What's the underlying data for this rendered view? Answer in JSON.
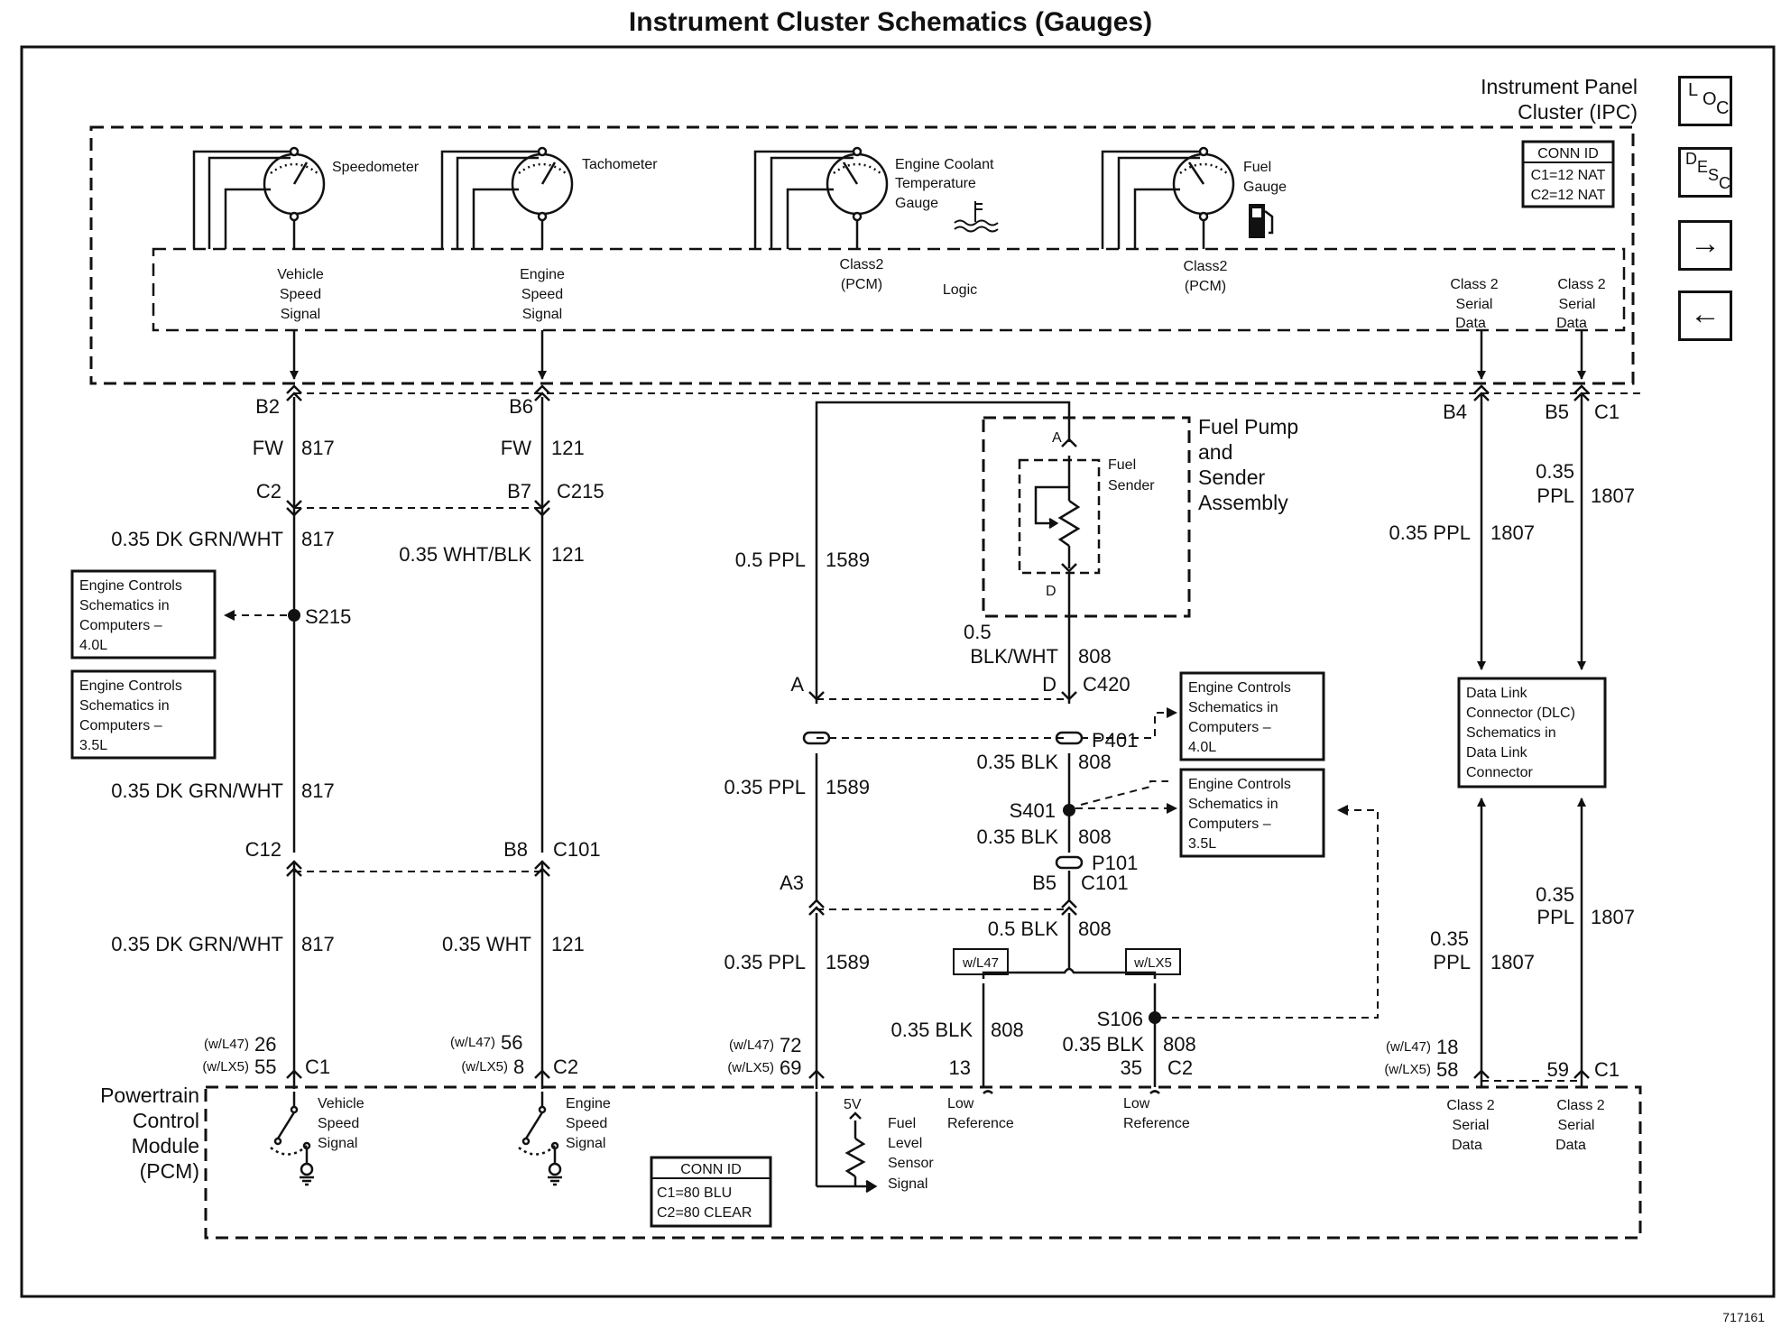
{
  "title": "Instrument Cluster Schematics (Gauges)",
  "doc_id": "717161",
  "nav": {
    "loc": [
      "L",
      "O",
      "C"
    ],
    "desc": [
      "D",
      "E",
      "S",
      "C"
    ],
    "next": "→",
    "prev": "←"
  },
  "ipc": {
    "name_lines": [
      "Instrument Panel",
      "Cluster (IPC)"
    ],
    "conn_id": {
      "header": "CONN ID",
      "lines": [
        "C1=12 NAT",
        "C2=12 NAT"
      ]
    },
    "gauges": {
      "speedometer": "Speedometer",
      "tachometer": "Tachometer",
      "coolant": [
        "Engine Coolant",
        "Temperature",
        "Gauge"
      ],
      "fuel": [
        "Fuel",
        "Gauge"
      ]
    },
    "class2_pcm_1": [
      "Class2",
      "(PCM)"
    ],
    "class2_pcm_2": [
      "Class2",
      "(PCM)"
    ],
    "logic": "Logic",
    "vss_label": [
      "Vehicle",
      "Speed",
      "Signal"
    ],
    "ess_label": [
      "Engine",
      "Speed",
      "Signal"
    ],
    "class2_data_1": [
      "Class 2",
      "Serial",
      "Data"
    ],
    "class2_data_2": [
      "Class 2",
      "Serial",
      "Data"
    ]
  },
  "fuel_pump": {
    "name_lines": [
      "Fuel Pump",
      "and",
      "Sender",
      "Assembly"
    ],
    "sender_lines": [
      "Fuel",
      "Sender"
    ],
    "pin_a": "A",
    "pin_d": "D"
  },
  "wires": {
    "vss": {
      "pin_top": "B2",
      "color_top": "FW",
      "circuit_top": "817",
      "conn_c2": "C2",
      "wire1": "0.35 DK GRN/WHT",
      "circ1": "817",
      "splice": "S215",
      "wire2": "0.35 DK GRN/WHT",
      "circ2": "817",
      "conn_c12": "C12",
      "wire3": "0.35 DK GRN/WHT",
      "circ3": "817",
      "pcm_l47": "(w/L47)",
      "pcm_l47_pin": "26",
      "pcm_lx5": "(w/LX5)",
      "pcm_lx5_pin": "55",
      "pcm_conn": "C1"
    },
    "ess": {
      "pin_top": "B6",
      "color_top": "FW",
      "circuit_top": "121",
      "pin_b7": "B7",
      "conn_c215": "C215",
      "wire1": "0.35 WHT/BLK",
      "circ1": "121",
      "pin_b8": "B8",
      "conn_c101": "C101",
      "wire2": "0.35 WHT",
      "circ2": "121",
      "pcm_l47": "(w/L47)",
      "pcm_l47_pin": "56",
      "pcm_lx5": "(w/LX5)",
      "pcm_lx5_pin": "8",
      "pcm_conn": "C2"
    },
    "fuel_level": {
      "wire1": "0.5 PPL",
      "circ1": "1589",
      "pin_a": "A",
      "wire2": "0.35 PPL",
      "circ2": "1589",
      "pin_a3": "A3",
      "wire3": "0.35 PPL",
      "circ3": "1589",
      "pcm_l47": "(w/L47)",
      "pcm_l47_pin": "72",
      "pcm_lx5": "(w/LX5)",
      "pcm_lx5_pin": "69"
    },
    "ground": {
      "wire_top_gauge": "0.5",
      "wire_top_color": "BLK/WHT",
      "circ_top": "808",
      "pin_d": "D",
      "conn_c420": "C420",
      "p401": "P401",
      "wire1": "0.35 BLK",
      "circ1": "808",
      "splice": "S401",
      "wire2": "0.35 BLK",
      "circ2": "808",
      "p101": "P101",
      "pin_b5": "B5",
      "conn_c101": "C101",
      "wire3": "0.5 BLK",
      "circ3": "808",
      "opt_l47": "w/L47",
      "opt_lx5": "w/LX5",
      "wire4": "0.35 BLK",
      "circ4": "808",
      "pin13": "13",
      "splice2": "S106",
      "wire5": "0.35 BLK",
      "circ5": "808",
      "pin35": "35",
      "conn_c2": "C2"
    },
    "class2_a": {
      "pin_top": "B4",
      "wire1": "0.35 PPL",
      "circ1": "1807",
      "wire2_gauge": "0.35",
      "wire2_color": "PPL",
      "circ2": "1807",
      "pcm_l47": "(w/L47)",
      "pcm_l47_pin": "18",
      "pcm_lx5": "(w/LX5)",
      "pcm_lx5_pin": "58"
    },
    "class2_b": {
      "pin_top": "B5",
      "conn_top": "C1",
      "wire1_gauge": "0.35",
      "wire1_color": "PPL",
      "circ1": "1807",
      "wire2_gauge": "0.35",
      "wire2_color": "PPL",
      "circ2": "1807",
      "pcm_pin": "59",
      "pcm_conn": "C1"
    }
  },
  "refs": {
    "ec_40_left": [
      "Engine Controls",
      "Schematics in",
      "Computers –",
      "4.0L"
    ],
    "ec_35_left": [
      "Engine Controls",
      "Schematics in",
      "Computers –",
      "3.5L"
    ],
    "ec_40_right": [
      "Engine Controls",
      "Schematics in",
      "Computers –",
      "4.0L"
    ],
    "ec_35_right": [
      "Engine Controls",
      "Schematics in",
      "Computers –",
      "3.5L"
    ],
    "dlc": [
      "Data Link",
      "Connector (DLC)",
      "Schematics in",
      "Data Link",
      "Connector"
    ]
  },
  "pcm": {
    "name_lines": [
      "Powertrain",
      "Control",
      "Module",
      "(PCM)"
    ],
    "vss_label": [
      "Vehicle",
      "Speed",
      "Signal"
    ],
    "ess_label": [
      "Engine",
      "Speed",
      "Signal"
    ],
    "ref_5v": "5V",
    "fuel_level_label": [
      "Fuel",
      "Level",
      "Sensor",
      "Signal"
    ],
    "low_ref_1": [
      "Low",
      "Reference"
    ],
    "low_ref_2": [
      "Low",
      "Reference"
    ],
    "class2_1": [
      "Class 2",
      "Serial",
      "Data"
    ],
    "class2_2": [
      "Class 2",
      "Serial",
      "Data"
    ],
    "conn_id": {
      "header": "CONN ID",
      "lines": [
        "C1=80 BLU",
        "C2=80 CLEAR"
      ]
    }
  }
}
